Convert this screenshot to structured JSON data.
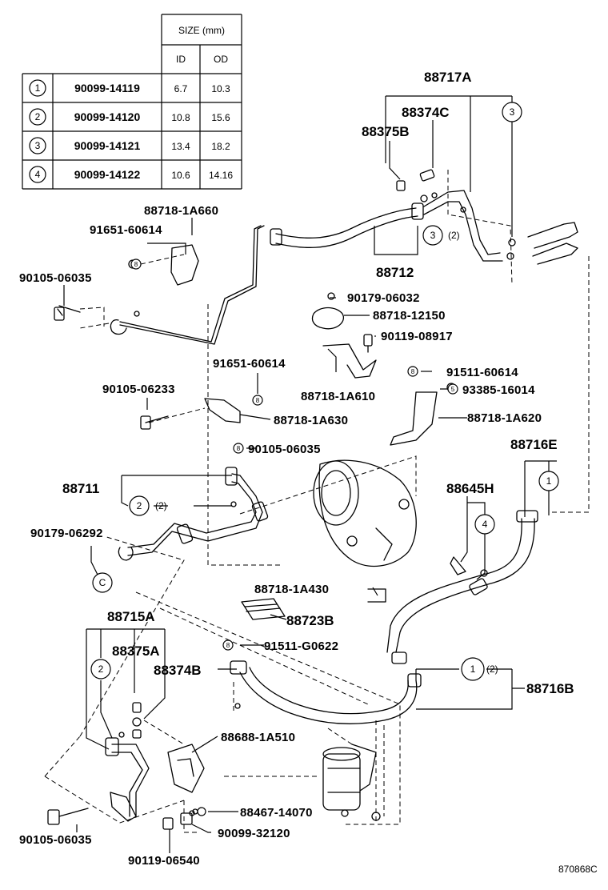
{
  "table": {
    "header": "SIZE (mm)",
    "col_id": "ID",
    "col_od": "OD",
    "rows": [
      {
        "num": "1",
        "part": "90099-14119",
        "id": "6.7",
        "od": "10.3"
      },
      {
        "num": "2",
        "part": "90099-14120",
        "id": "10.8",
        "od": "15.6"
      },
      {
        "num": "3",
        "part": "90099-14121",
        "id": "13.4",
        "od": "18.2"
      },
      {
        "num": "4",
        "part": "90099-14122",
        "id": "10.6",
        "od": "14.16"
      }
    ]
  },
  "labels": {
    "p88717A": "88717A",
    "p88374C": "88374C",
    "p88375B": "88375B",
    "p88712": "88712",
    "p88718_1A660": "88718-1A660",
    "p91651_60614_a": "91651-60614",
    "p90105_06035_a": "90105-06035",
    "p90179_06032": "90179-06032",
    "p88718_12150": "88718-12150",
    "p90119_08917": "90119-08917",
    "p91651_60614_b": "91651-60614",
    "p88718_1A610": "88718-1A610",
    "p91511_60614": "91511-60614",
    "p93385_16014": "93385-16014",
    "p90105_06233": "90105-06233",
    "p88718_1A630": "88718-1A630",
    "p88718_1A620": "88718-1A620",
    "p90105_06035_b": "90105-06035",
    "p88716E": "88716E",
    "p88711": "88711",
    "p88645H": "88645H",
    "p90179_06292": "90179-06292",
    "p88718_1A430": "88718-1A430",
    "p88715A": "88715A",
    "p88723B": "88723B",
    "p88375A": "88375A",
    "p91511_G0622": "91511-G0622",
    "p88374B": "88374B",
    "p88716B": "88716B",
    "p88688_1A510": "88688-1A510",
    "p88467_14070": "88467-14070",
    "p90099_32120": "90099-32120",
    "p90105_06035_c": "90105-06035",
    "p90119_06540": "90119-06540",
    "code": "870868C",
    "qty2": "(2)",
    "c1": "1",
    "c2": "2",
    "c3": "3",
    "c4": "4",
    "c5": "5",
    "c8": "8",
    "cC": "C"
  }
}
